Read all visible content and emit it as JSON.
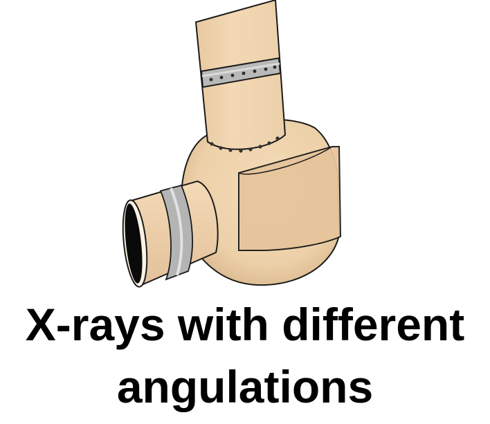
{
  "caption": {
    "line1": "X-rays with different",
    "line2": "angulations"
  },
  "illustration": {
    "subject": "plaster-cast-joint-illustration",
    "colors": {
      "plaster": "#f1d6b1",
      "plaster_shadow": "#dcb992",
      "band": "#b8b8b8",
      "band_light": "#dcdcdc",
      "outline": "#1a1a1a",
      "opening": "#0a0a0a",
      "opening_rim": "#fbf2e4"
    }
  }
}
